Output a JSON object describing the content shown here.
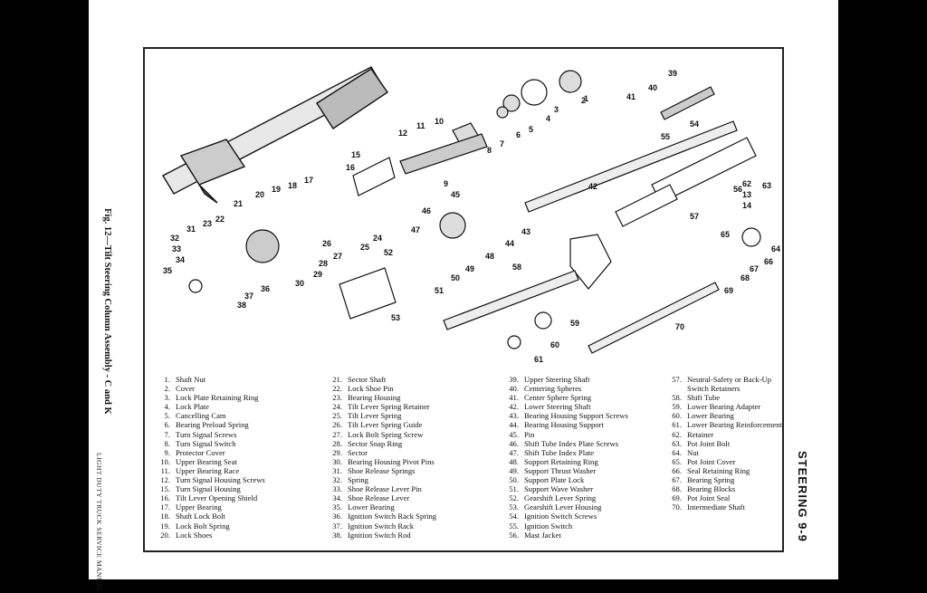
{
  "figure": {
    "caption": "Fig. 12—Tilt Steering Column Assembly - C and K",
    "footer": "LIGHT DUTY TRUCK SERVICE MANUAL",
    "header": "STEERING 9-9"
  },
  "callouts": [
    "1",
    "2",
    "3",
    "4",
    "5",
    "6",
    "7",
    "8",
    "9",
    "10",
    "11",
    "12",
    "13",
    "14",
    "15",
    "16",
    "17",
    "18",
    "19",
    "20",
    "21",
    "22",
    "23",
    "24",
    "25",
    "26",
    "27",
    "28",
    "29",
    "30",
    "31",
    "32",
    "33",
    "34",
    "35",
    "36",
    "37",
    "38",
    "39",
    "40",
    "41",
    "42",
    "43",
    "44",
    "45",
    "46",
    "47",
    "48",
    "49",
    "50",
    "51",
    "52",
    "53",
    "54",
    "55",
    "56",
    "57",
    "58",
    "59",
    "60",
    "61",
    "62",
    "63",
    "64",
    "65",
    "66",
    "67",
    "68",
    "69",
    "70"
  ],
  "parts": [
    {
      "n": "1.",
      "t": "Shaft Nut"
    },
    {
      "n": "2.",
      "t": "Cover"
    },
    {
      "n": "3.",
      "t": "Lock Plate Retaining Ring"
    },
    {
      "n": "4.",
      "t": "Lock Plate"
    },
    {
      "n": "5.",
      "t": "Cancelling Cam"
    },
    {
      "n": "6.",
      "t": "Bearing Preload Spring"
    },
    {
      "n": "7.",
      "t": "Turn Signal Screws"
    },
    {
      "n": "8.",
      "t": "Turn Signal Switch"
    },
    {
      "n": "9.",
      "t": "Protector Cover"
    },
    {
      "n": "10.",
      "t": "Upper Bearing Seat"
    },
    {
      "n": "11.",
      "t": "Upper Bearing Race"
    },
    {
      "n": "12.",
      "t": "Turn Signal Housing Screws"
    },
    {
      "n": "15.",
      "t": "Turn Signal Housing"
    },
    {
      "n": "16.",
      "t": "Tilt Lever Opening Shield"
    },
    {
      "n": "17.",
      "t": "Upper Bearing"
    },
    {
      "n": "18.",
      "t": "Shaft Lock Bolt"
    },
    {
      "n": "19.",
      "t": "Lock Bolt Spring"
    },
    {
      "n": "20.",
      "t": "Lock Shoes"
    },
    {
      "n": "21.",
      "t": "Sector Shaft"
    },
    {
      "n": "22.",
      "t": "Lock Shoe Pin"
    },
    {
      "n": "23.",
      "t": "Bearing Housing"
    },
    {
      "n": "24.",
      "t": "Tilt Lever Spring Retainer"
    },
    {
      "n": "25.",
      "t": "Tilt Lever Spring"
    },
    {
      "n": "26.",
      "t": "Tilt Lever Spring Guide"
    },
    {
      "n": "27.",
      "t": "Lock Bolt Spring Screw"
    },
    {
      "n": "28.",
      "t": "Sector Snap Ring"
    },
    {
      "n": "29.",
      "t": "Sector"
    },
    {
      "n": "30.",
      "t": "Bearing Housing Pivot Pins"
    },
    {
      "n": "31.",
      "t": "Shoe Release Springs"
    },
    {
      "n": "32.",
      "t": "Spring"
    },
    {
      "n": "33.",
      "t": "Shoe Release Lever Pin"
    },
    {
      "n": "34.",
      "t": "Shoe Release Lever"
    },
    {
      "n": "35.",
      "t": "Lower Bearing"
    },
    {
      "n": "36.",
      "t": "Ignition Switch Rack Spring"
    },
    {
      "n": "37.",
      "t": "Ignition Switch Rack"
    },
    {
      "n": "38.",
      "t": "Ignition Switch Rod"
    },
    {
      "n": "39.",
      "t": "Upper Steering Shaft"
    },
    {
      "n": "40.",
      "t": "Centering Spheres"
    },
    {
      "n": "41.",
      "t": "Center Sphere Spring"
    },
    {
      "n": "42.",
      "t": "Lower Steering Shaft"
    },
    {
      "n": "43.",
      "t": "Bearing Housing Support Screws"
    },
    {
      "n": "44.",
      "t": "Bearing Housing Support"
    },
    {
      "n": "45.",
      "t": "Pin"
    },
    {
      "n": "46.",
      "t": "Shift Tube Index Plate Screws"
    },
    {
      "n": "47.",
      "t": "Shift Tube Index Plate"
    },
    {
      "n": "48.",
      "t": "Support Retaining Ring"
    },
    {
      "n": "49.",
      "t": "Support Thrust Washer"
    },
    {
      "n": "50.",
      "t": "Support Plate Lock"
    },
    {
      "n": "51.",
      "t": "Support Wave Washer"
    },
    {
      "n": "52.",
      "t": "Gearshift Lever Spring"
    },
    {
      "n": "53.",
      "t": "Gearshift Lever Housing"
    },
    {
      "n": "54.",
      "t": "Ignition Switch Screws"
    },
    {
      "n": "55.",
      "t": "Ignition Switch"
    },
    {
      "n": "56.",
      "t": "Mast Jacket"
    },
    {
      "n": "57.",
      "t": "Neutral-Safety or Back-Up"
    },
    {
      "n": "",
      "t": "Switch Retainers"
    },
    {
      "n": "58.",
      "t": "Shift Tube"
    },
    {
      "n": "59.",
      "t": "Lower Bearing Adapter"
    },
    {
      "n": "60.",
      "t": "Lower Bearing"
    },
    {
      "n": "61.",
      "t": "Lower Bearing Reinforcement"
    },
    {
      "n": "62.",
      "t": "Retainer"
    },
    {
      "n": "63.",
      "t": "Pot Joint Bolt"
    },
    {
      "n": "64.",
      "t": "Nut"
    },
    {
      "n": "65.",
      "t": "Pot Joint Cover"
    },
    {
      "n": "66.",
      "t": "Seal Retaining Ring"
    },
    {
      "n": "67.",
      "t": "Bearing Spring"
    },
    {
      "n": "68.",
      "t": "Bearing Blocks"
    },
    {
      "n": "69.",
      "t": "Pot Joint Seal"
    },
    {
      "n": "70.",
      "t": "Intermediate Shaft"
    }
  ]
}
